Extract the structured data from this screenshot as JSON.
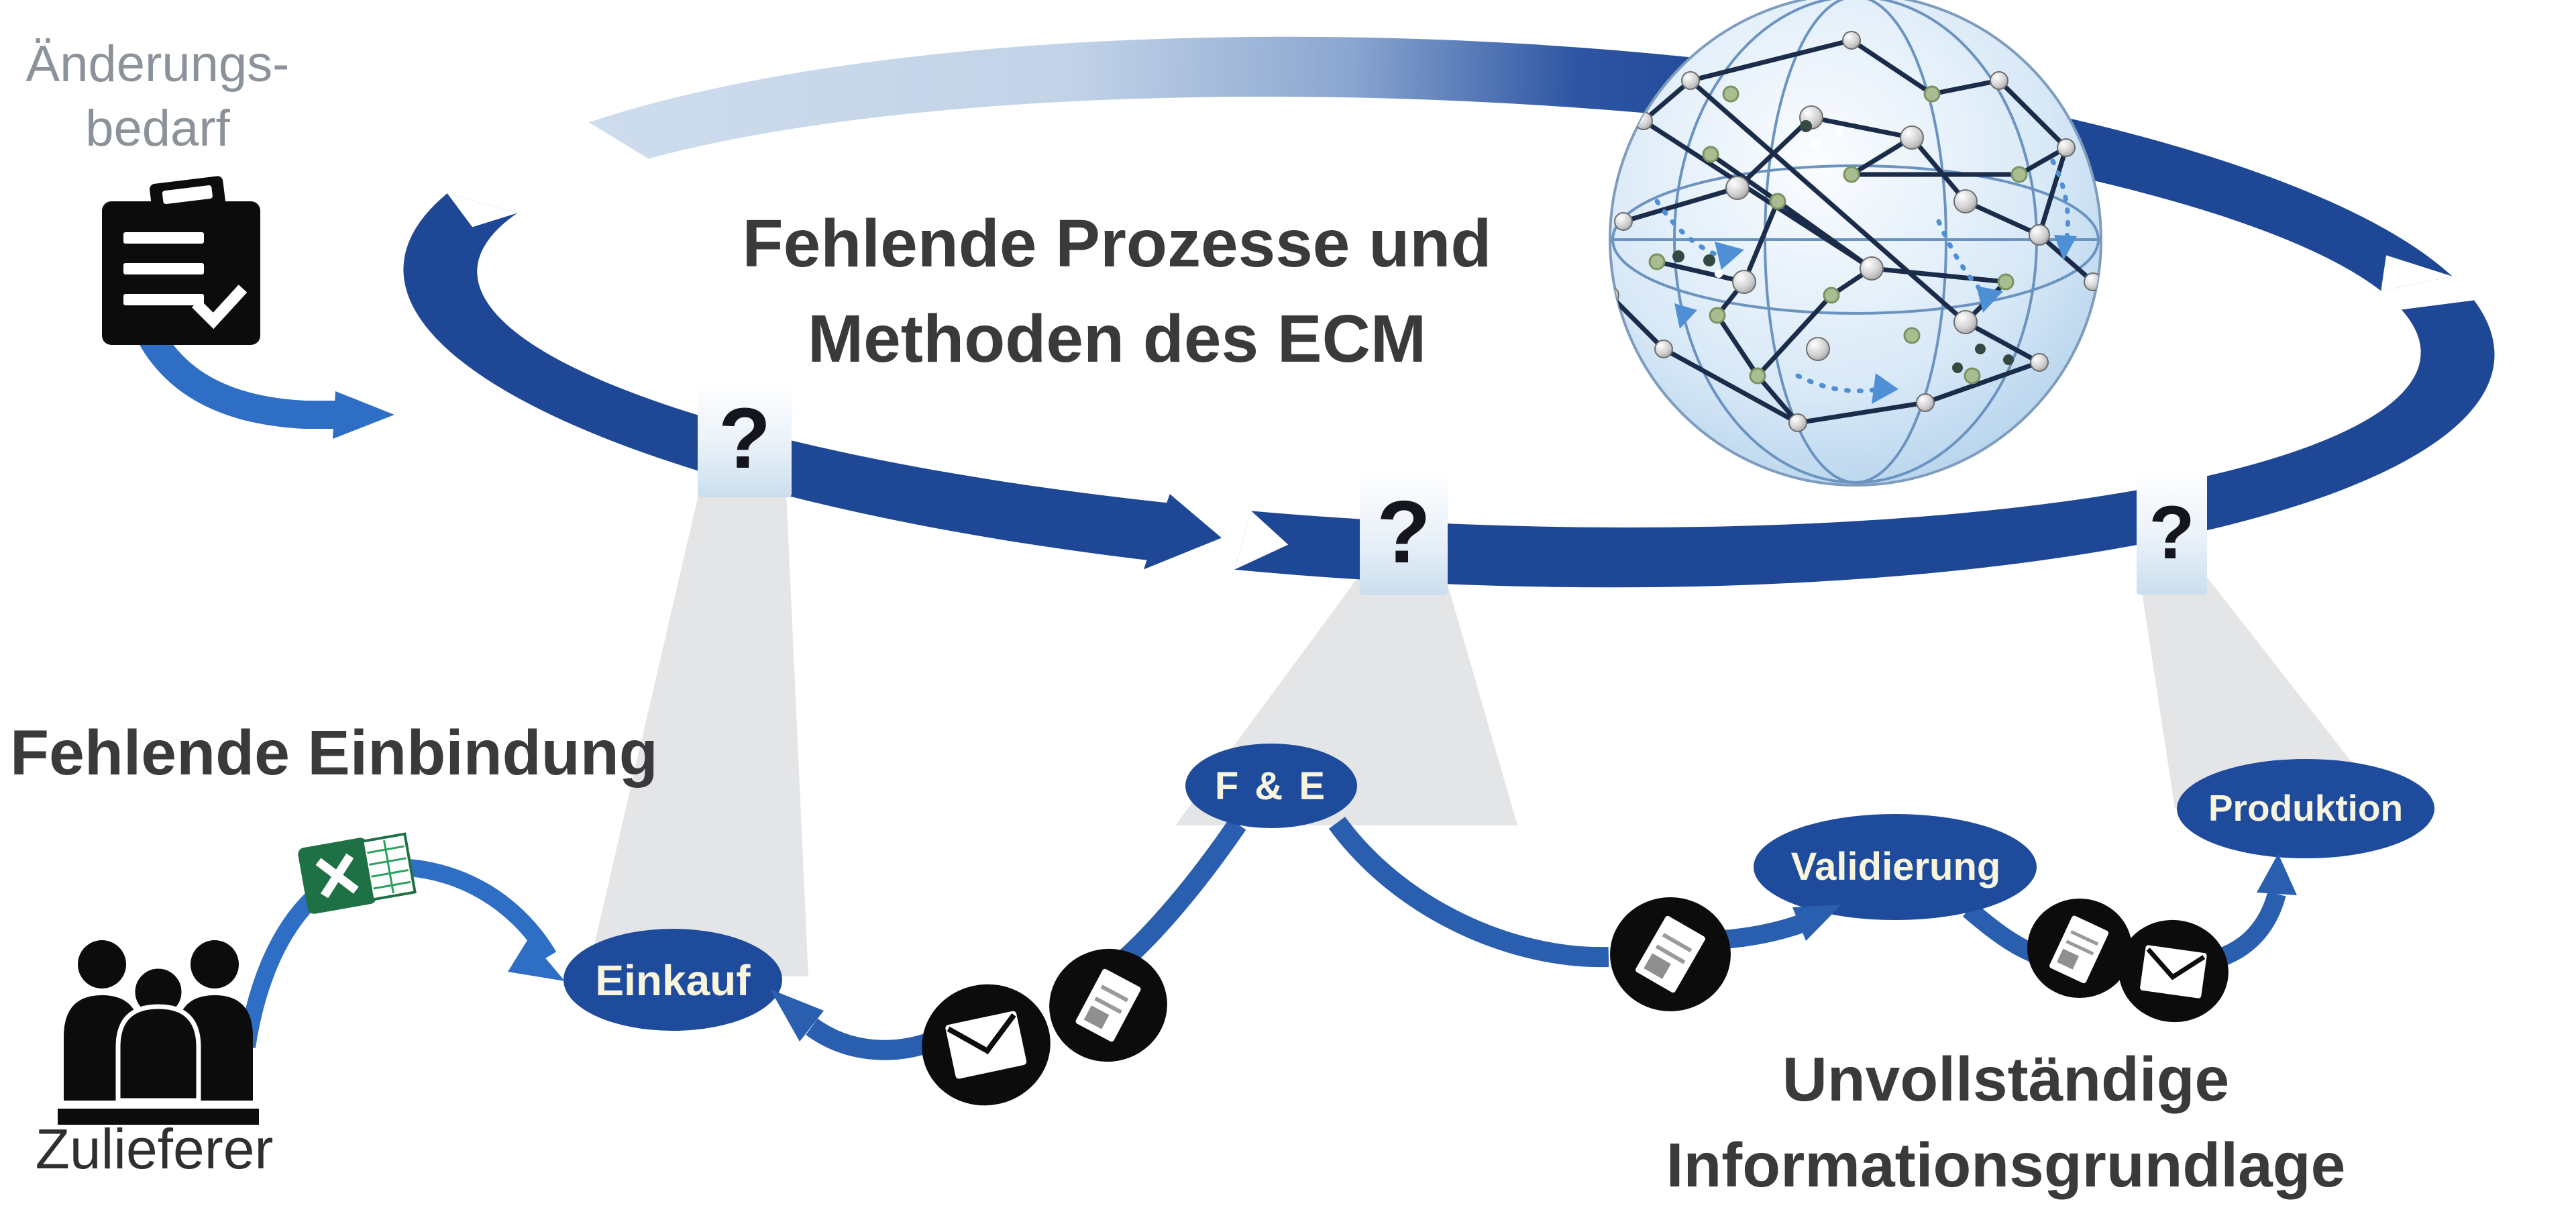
{
  "labels": {
    "change_need_line1": "Änderungs-",
    "change_need_line2": "bedarf",
    "title_line1": "Fehlende Prozesse und",
    "title_line2": "Methoden des ECM",
    "missing_integration": "Fehlende Einbindung",
    "supplier": "Zulieferer",
    "incomplete_line1": "Unvollständige",
    "incomplete_line2": "Informationsgrundlage",
    "question_mark": "?"
  },
  "nodes": [
    {
      "id": "einkauf",
      "label": "Einkauf"
    },
    {
      "id": "fe",
      "label": "F & E"
    },
    {
      "id": "validierung",
      "label": "Validierung"
    },
    {
      "id": "produktion",
      "label": "Produktion"
    }
  ],
  "question_boxes": [
    {
      "position": "left-bottom-of-ring",
      "glyph": "?"
    },
    {
      "position": "middle-bottom-of-ring",
      "glyph": "?"
    },
    {
      "position": "right-bottom-of-ring",
      "glyph": "?"
    }
  ],
  "icons": [
    "clipboard-check-icon",
    "people-group-icon",
    "excel-spreadsheet-icon",
    "email-envelope-icon",
    "document-icon",
    "network-globe-illustration"
  ],
  "colors": {
    "ring_dark": "#1e4796",
    "ring_pale": "#cedded",
    "arrow_blue": "#2a5fb0",
    "arrow_light_blue": "#2f6ec5",
    "node_fill": "#1e4b9c",
    "node_text": "#f8f4dd",
    "label_dark": "#3a3a3c",
    "label_gray": "#8b9299",
    "beam_gray": "#e4e5e7",
    "icon_black": "#0c0c0c",
    "excel_green": "#1e7145",
    "globe_line": "#1a2c49"
  }
}
